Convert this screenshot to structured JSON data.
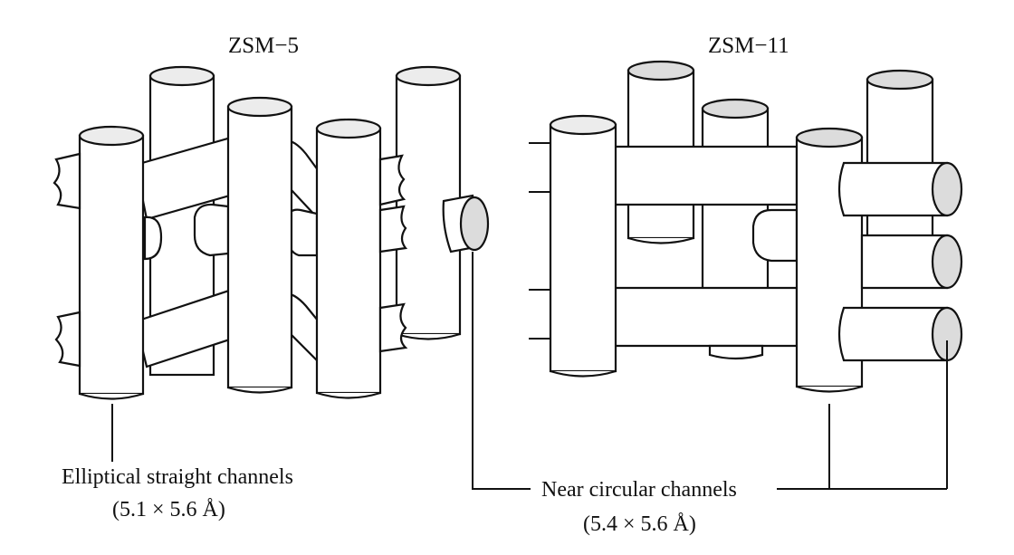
{
  "diagram": {
    "left_structure": {
      "title": "ZSM−5"
    },
    "right_structure": {
      "title": "ZSM−11"
    },
    "labels": {
      "elliptical_name": "Elliptical straight channels",
      "elliptical_dims": "(5.1 × 5.6 Å)",
      "circular_name": "Near circular channels",
      "circular_dims": "(5.4 × 5.6 Å)"
    },
    "colors": {
      "stroke": "#111111",
      "channel_fill": "#ffffff",
      "opening_fill": "#dcdcdc"
    }
  }
}
